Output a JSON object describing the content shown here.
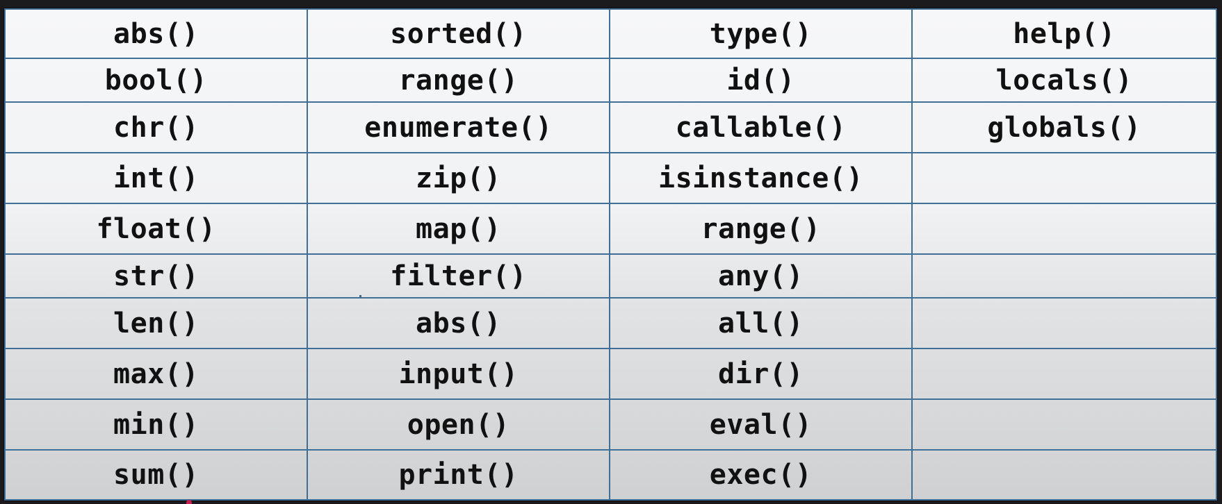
{
  "table": {
    "rows": [
      [
        "abs()",
        "sorted()",
        "type()",
        "help()"
      ],
      [
        "bool()",
        "range()",
        "id()",
        "locals()"
      ],
      [
        "chr()",
        "enumerate()",
        "callable()",
        "globals()"
      ],
      [
        "int()",
        "zip()",
        "isinstance()",
        ""
      ],
      [
        "float()",
        "map()",
        "range()",
        ""
      ],
      [
        "str()",
        "filter()",
        "any()",
        ""
      ],
      [
        "len()",
        "abs()",
        "all()",
        ""
      ],
      [
        "max()",
        "input()",
        "dir()",
        ""
      ],
      [
        "min()",
        "open()",
        "eval()",
        ""
      ],
      [
        "sum()",
        "print()",
        "exec()",
        ""
      ]
    ]
  },
  "colors": {
    "background": "#1b1b1d",
    "grid_line": "#3f6f96",
    "text": "#111111",
    "cell_top": "#f6f7f8",
    "cell_bottom": "#cfd0d2",
    "corner_dot": "#c7204f"
  }
}
